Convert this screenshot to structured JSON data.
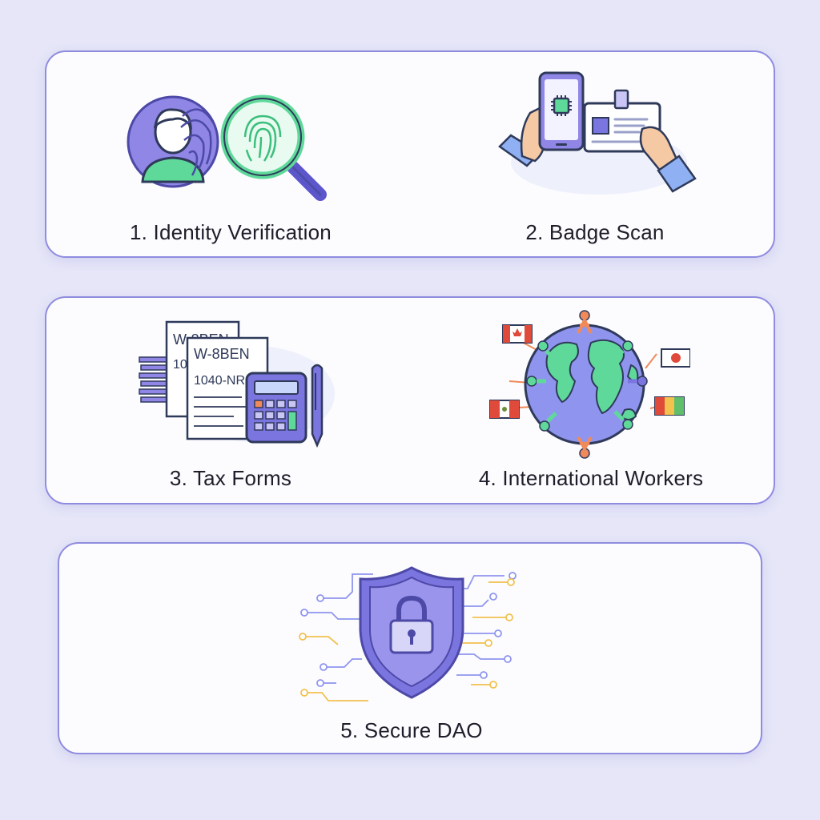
{
  "colors": {
    "background": "#e6e6f8",
    "card": "#fcfcff",
    "card_border": "#8f8ce0",
    "primary": "#7b75e0",
    "primary_dark": "#4d49a6",
    "accent_green": "#5fd99a",
    "accent_orange": "#f08a5a",
    "accent_gold": "#f2c14e",
    "text": "#1e1e2a"
  },
  "steps": [
    {
      "label": "1. Identity Verification",
      "icons": [
        "user-avatar-icon",
        "fingerprint-icon",
        "magnifying-glass-icon"
      ]
    },
    {
      "label": "2. Badge Scan",
      "icons": [
        "smartphone-icon",
        "chip-icon",
        "id-badge-icon",
        "hand-icon"
      ]
    },
    {
      "label": "3. Tax Forms",
      "forms": [
        "W-8BEN",
        "1040-NR",
        "W-8BEN",
        "1040"
      ],
      "icons": [
        "document-stack-icon",
        "calculator-icon",
        "pen-icon"
      ]
    },
    {
      "label": "4. International Workers",
      "icons": [
        "globe-icon",
        "people-icon",
        "flag-canada-icon",
        "flag-japan-icon",
        "flag-mexico-icon",
        "flag-guinea-icon"
      ]
    },
    {
      "label": "5. Secure DAO",
      "icons": [
        "shield-icon",
        "padlock-icon",
        "circuit-lines-icon"
      ]
    }
  ]
}
